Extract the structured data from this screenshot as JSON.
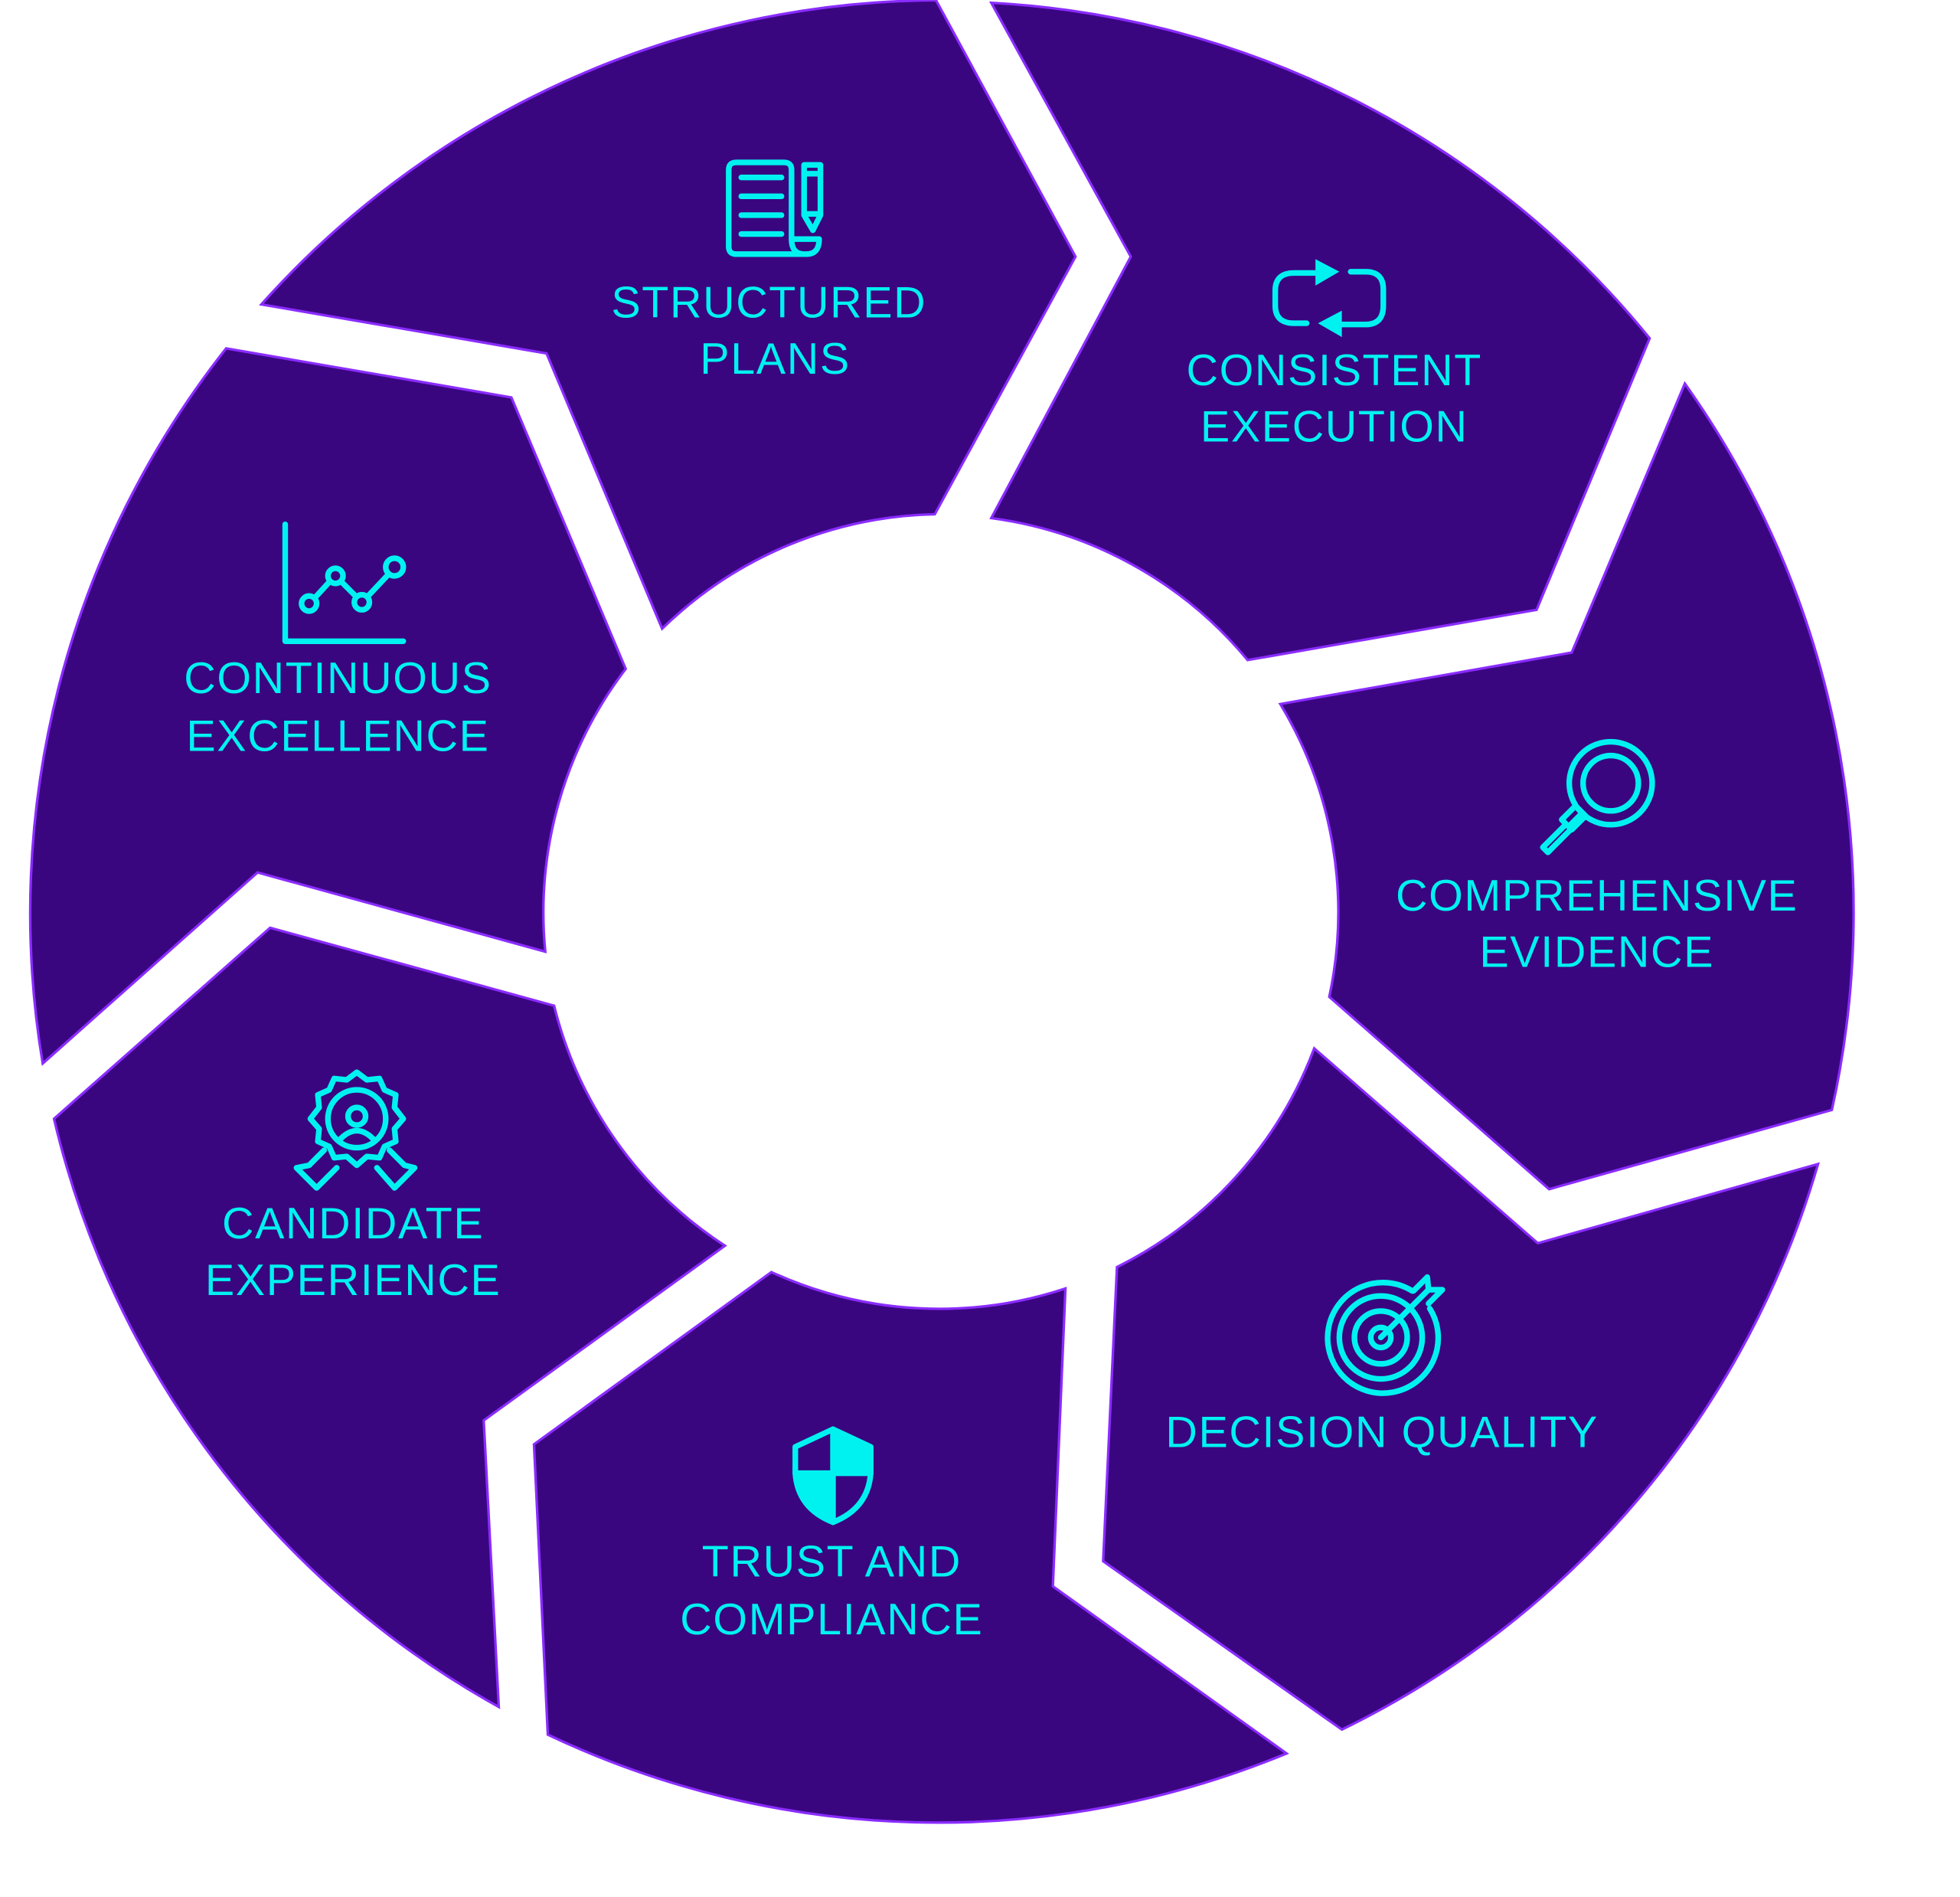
{
  "colors": {
    "segment_fill": "#3a0680",
    "segment_stroke": "#8a2cff",
    "accent": "#00f2f0",
    "background": "#ffffff"
  },
  "segments": [
    {
      "icon": "document-pencil-icon",
      "line1": "STRUCTURED",
      "line2": "PLANS"
    },
    {
      "icon": "repeat-arrows-icon",
      "line1": "CONSISTENT",
      "line2": "EXECUTION"
    },
    {
      "icon": "magnifier-icon",
      "line1": "COMPREHENSIVE",
      "line2": "EVIDENCE"
    },
    {
      "icon": "target-arrow-icon",
      "line1": "DECISION QUALITY"
    },
    {
      "icon": "shield-icon",
      "line1": "TRUST AND",
      "line2": "COMPLIANCE"
    },
    {
      "icon": "award-badge-person-icon",
      "line1": "CANDIDATE",
      "line2": "EXPERIENCE"
    },
    {
      "icon": "line-chart-icon",
      "line1": "CONTINUOUS",
      "line2": "EXCELLENCE"
    }
  ]
}
